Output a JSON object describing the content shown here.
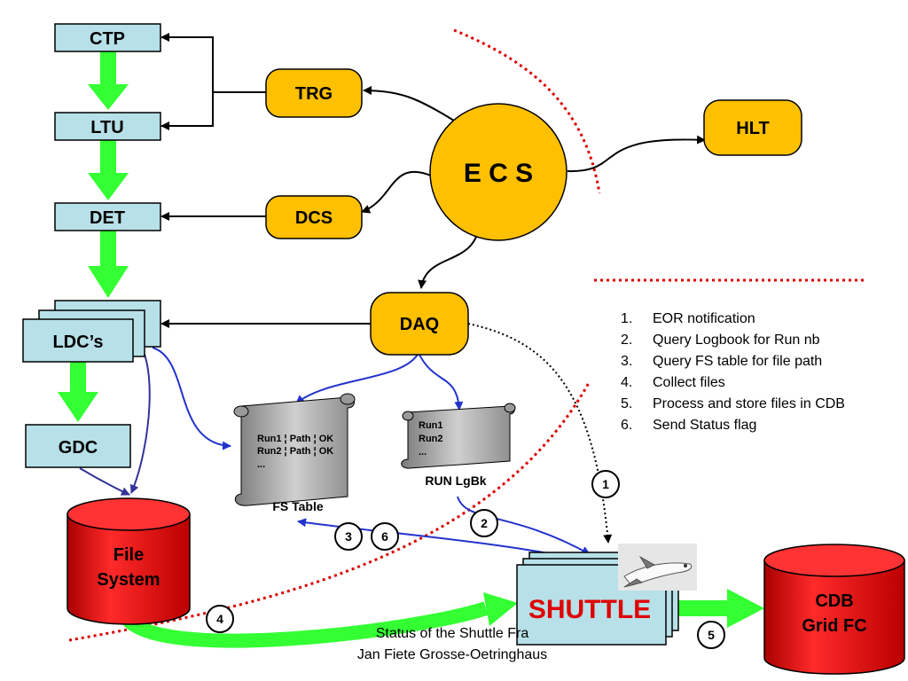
{
  "nodes": {
    "ctp": "CTP",
    "ltu": "LTU",
    "det": "DET",
    "ldc": "LDC’s",
    "gdc": "GDC",
    "trg": "TRG",
    "dcs": "DCS",
    "hlt": "HLT",
    "ecs": "E C S",
    "daq": "DAQ",
    "file_system_line1": "File",
    "file_system_line2": "System",
    "cdb_line1": "CDB",
    "cdb_line2": "Grid FC",
    "shuttle": "SHUTTLE"
  },
  "fs_table": {
    "rows": [
      "Run1 ¦ Path ¦ OK",
      "Run2 ¦ Path ¦ OK",
      "..."
    ],
    "caption": "FS Table"
  },
  "run_logbook": {
    "rows": [
      "Run1",
      "Run2",
      "..."
    ],
    "caption": "RUN LgBk"
  },
  "step_markers": [
    "1",
    "2",
    "3",
    "6",
    "4",
    "5"
  ],
  "steps": [
    {
      "num": "1.",
      "text": "EOR notification"
    },
    {
      "num": "2.",
      "text": "Query Logbook for Run nb"
    },
    {
      "num": "3.",
      "text": "Query FS table for file path"
    },
    {
      "num": "4.",
      "text": "Collect files"
    },
    {
      "num": "5.",
      "text": "Process and store files in CDB"
    },
    {
      "num": "6.",
      "text": "Send Status flag"
    }
  ],
  "footer": {
    "line1": "Status of the Shuttle Fra",
    "line2": "Jan Fiete Grosse-Oetringhaus"
  },
  "colors": {
    "box_fill": "#b7e0e8",
    "node_fill": "#ffc000",
    "db_fill": "#ff0000",
    "green_arrow": "#33ff33",
    "blue_arrow": "#2233cc",
    "red_dotted": "#dd0000",
    "shuttle_text": "#e00000"
  }
}
